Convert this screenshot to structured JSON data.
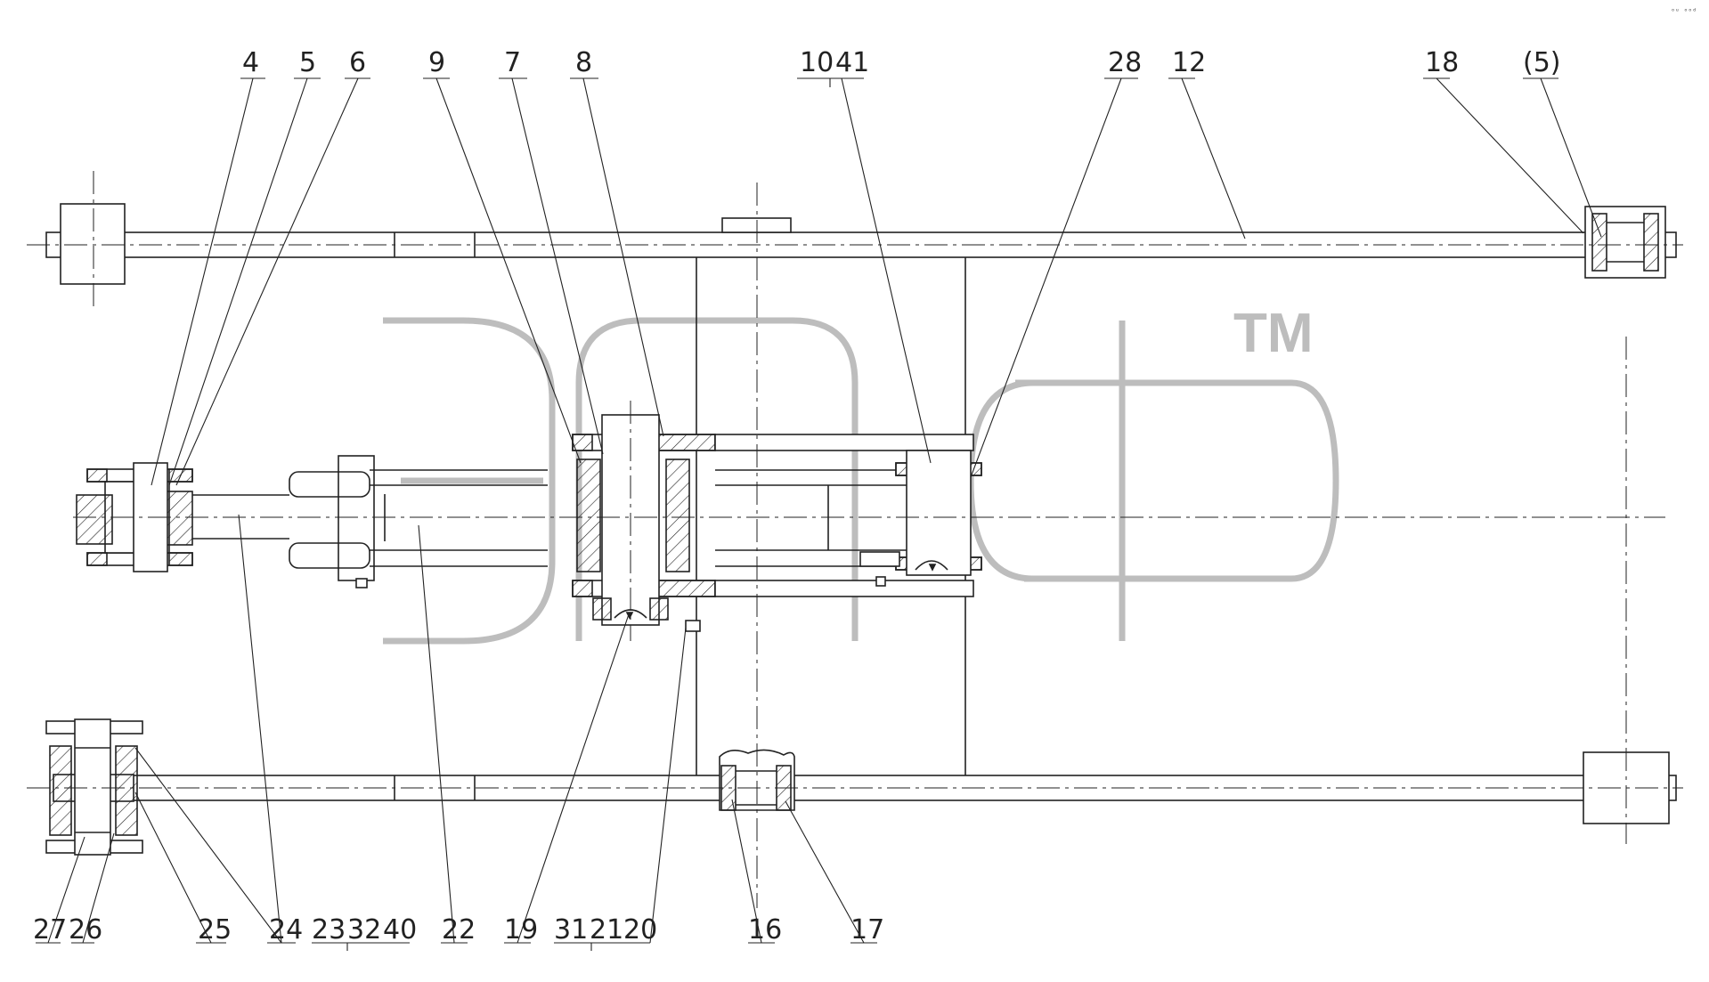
{
  "drawing": {
    "corner_mark": "ᵒᵘ ᵒᵒᵈ",
    "watermark_tm": "TM",
    "callouts": {
      "top": [
        "4",
        "5",
        "6",
        "9",
        "7",
        "8",
        "10",
        "41",
        "28",
        "12",
        "18",
        "(5)"
      ],
      "bottom": [
        "27",
        "26",
        "25",
        "24",
        "23",
        "32",
        "40",
        "22",
        "19",
        "31",
        "21",
        "20",
        "16",
        "17"
      ]
    }
  },
  "colors": {
    "line": "#222222",
    "watermark": "#bdbdbd",
    "background": "#ffffff"
  }
}
